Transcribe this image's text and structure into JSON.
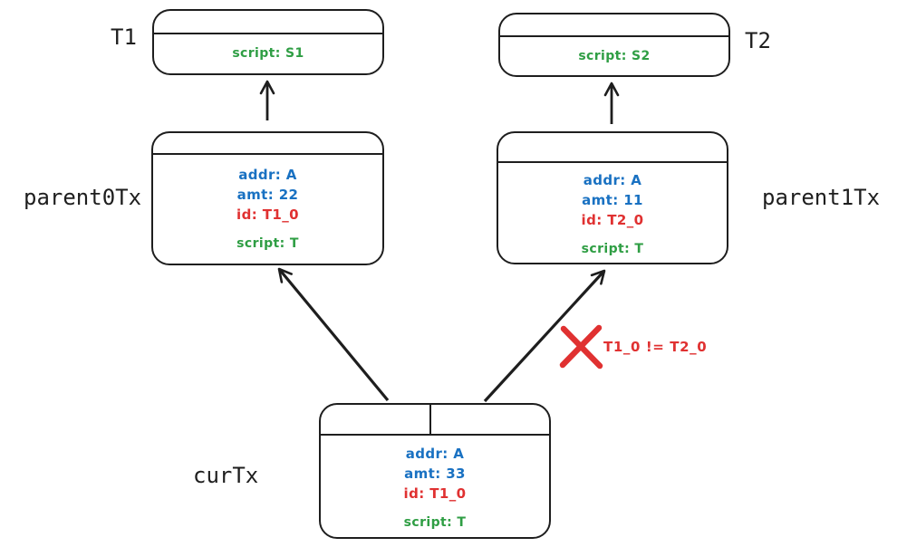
{
  "colors": {
    "stroke": "#1e1e1e",
    "blue": "#1971c2",
    "red": "#e03131",
    "green": "#2f9e44",
    "background": "#ffffff"
  },
  "nodes": {
    "t1": {
      "label": "T1",
      "script": "script: S1"
    },
    "t2": {
      "label": "T2",
      "script": "script: S2"
    },
    "parent0": {
      "label": "parent0Tx",
      "addr": "addr: A",
      "amt": "amt: 22",
      "id": "id: T1_0",
      "script": "script: T"
    },
    "parent1": {
      "label": "parent1Tx",
      "addr": "addr: A",
      "amt": "amt: 11",
      "id": "id: T2_0",
      "script": "script: T"
    },
    "cur": {
      "label": "curTx",
      "addr": "addr: A",
      "amt": "amt: 33",
      "id": "id: T1_0",
      "script": "script: T"
    }
  },
  "annotation": {
    "icon": "red-x-icon",
    "conflict": "T1_0 != T2_0"
  }
}
